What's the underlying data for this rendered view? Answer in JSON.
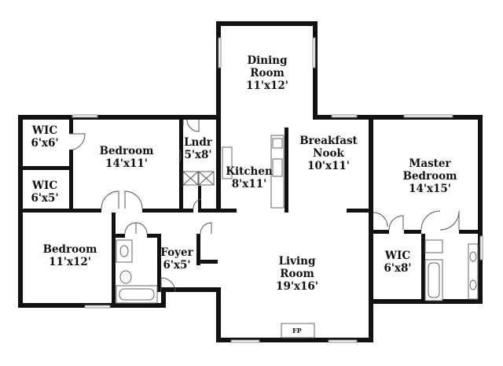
{
  "rooms": {
    "dining": {
      "name_line1": "Dining",
      "name_line2": "Room",
      "dim": "11'x12'"
    },
    "wic_top": {
      "name": "WIC",
      "dim": "6'x6'"
    },
    "bedroom_top": {
      "name": "Bedroom",
      "dim": "14'x11'"
    },
    "laundry": {
      "name": "Lndr",
      "dim": "5'x8'"
    },
    "breakfast": {
      "name_line1": "Breakfast",
      "name_line2": "Nook",
      "dim": "10'x11'"
    },
    "kitchen": {
      "name": "Kitchen",
      "dim": "8'x11'"
    },
    "master": {
      "name_line1": "Master",
      "name_line2": "Bedroom",
      "dim": "14'x15'"
    },
    "wic_mid": {
      "name": "WIC",
      "dim": "6'x5'"
    },
    "bedroom_left": {
      "name": "Bedroom",
      "dim": "11'x12'"
    },
    "foyer": {
      "name": "Foyer",
      "dim": "6'x5'"
    },
    "living": {
      "name_line1": "Living",
      "name_line2": "Room",
      "dim": "19'x16'"
    },
    "wic_master": {
      "name": "WIC",
      "dim": "6'x8'"
    }
  },
  "fireplace": {
    "label": "FP"
  }
}
